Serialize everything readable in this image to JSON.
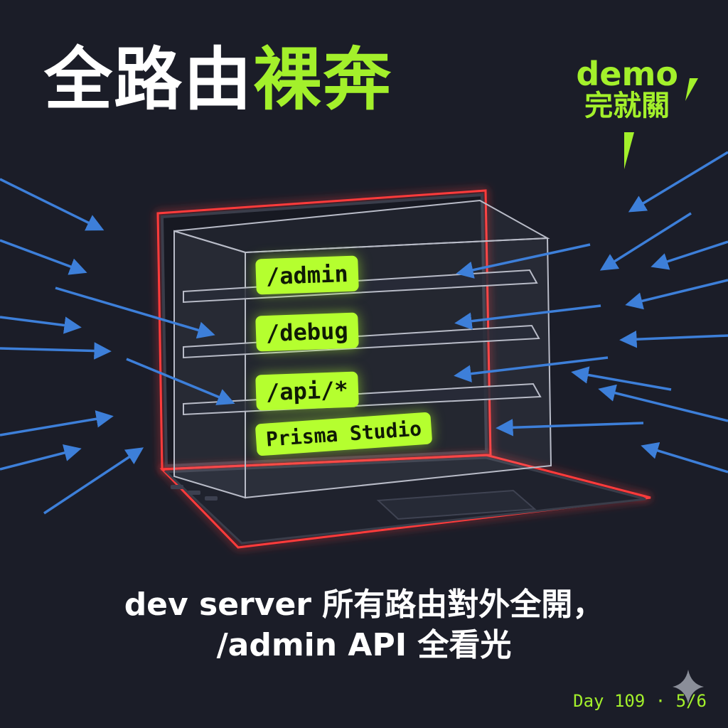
{
  "title": {
    "part1": "全路由",
    "accent": "裸奔"
  },
  "bubble": {
    "line1": "demo",
    "line2": "完就關"
  },
  "routes": [
    "/admin",
    "/debug",
    "/api/*",
    "Prisma Studio"
  ],
  "caption": {
    "line1": "dev server 所有路由對外全開，",
    "line2": "/admin API 全看光"
  },
  "footer": "Day 109 · 5/6",
  "colors": {
    "background": "#1b1d28",
    "accent": "#a3f02b",
    "route_bg": "#b5ff2f",
    "arrow": "#3d7fd9",
    "glow": "#ff3b3b"
  },
  "icons": [
    "sparkle-icon"
  ]
}
